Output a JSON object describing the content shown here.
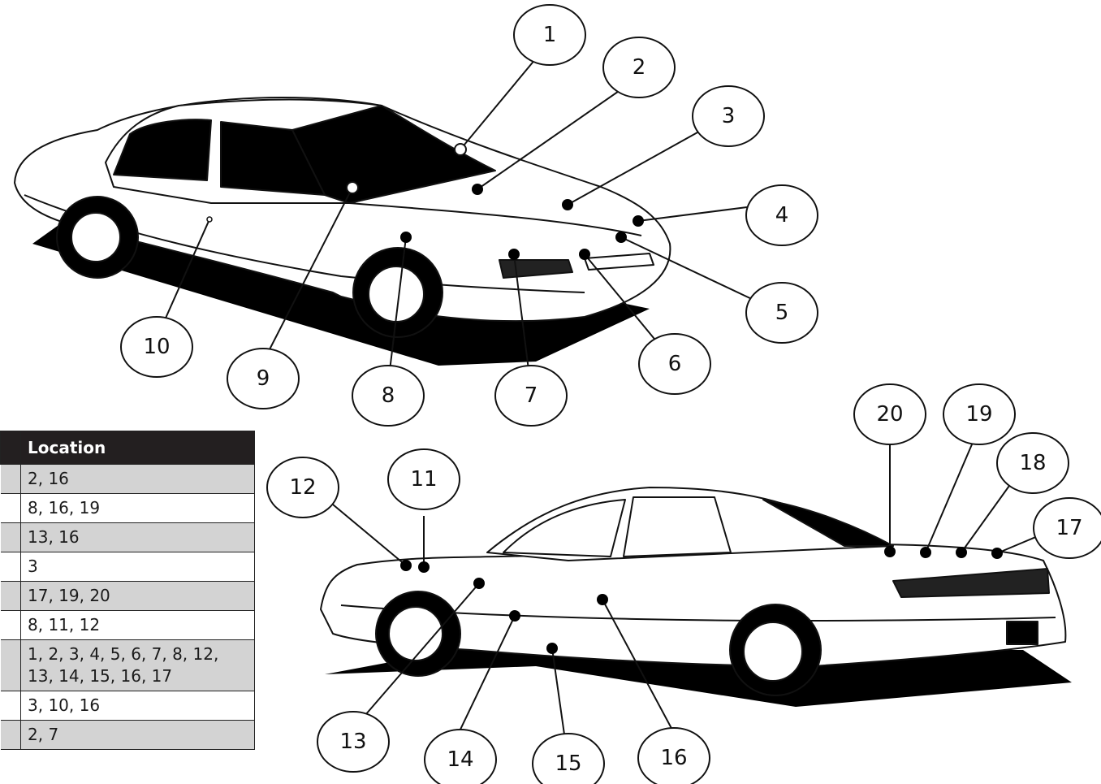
{
  "callouts": [
    "1",
    "2",
    "3",
    "4",
    "5",
    "6",
    "7",
    "8",
    "9",
    "10",
    "11",
    "12",
    "13",
    "14",
    "15",
    "16",
    "17",
    "18",
    "19",
    "20"
  ],
  "table": {
    "header": "Location",
    "rows": [
      "2, 16",
      "8, 16, 19",
      "13, 16",
      "3",
      "17, 19, 20",
      "8, 11, 12",
      "1, 2, 3, 4, 5, 6, 7, 8, 12,\n13, 14, 15, 16, 17",
      "3, 10, 16",
      "2, 7"
    ]
  }
}
